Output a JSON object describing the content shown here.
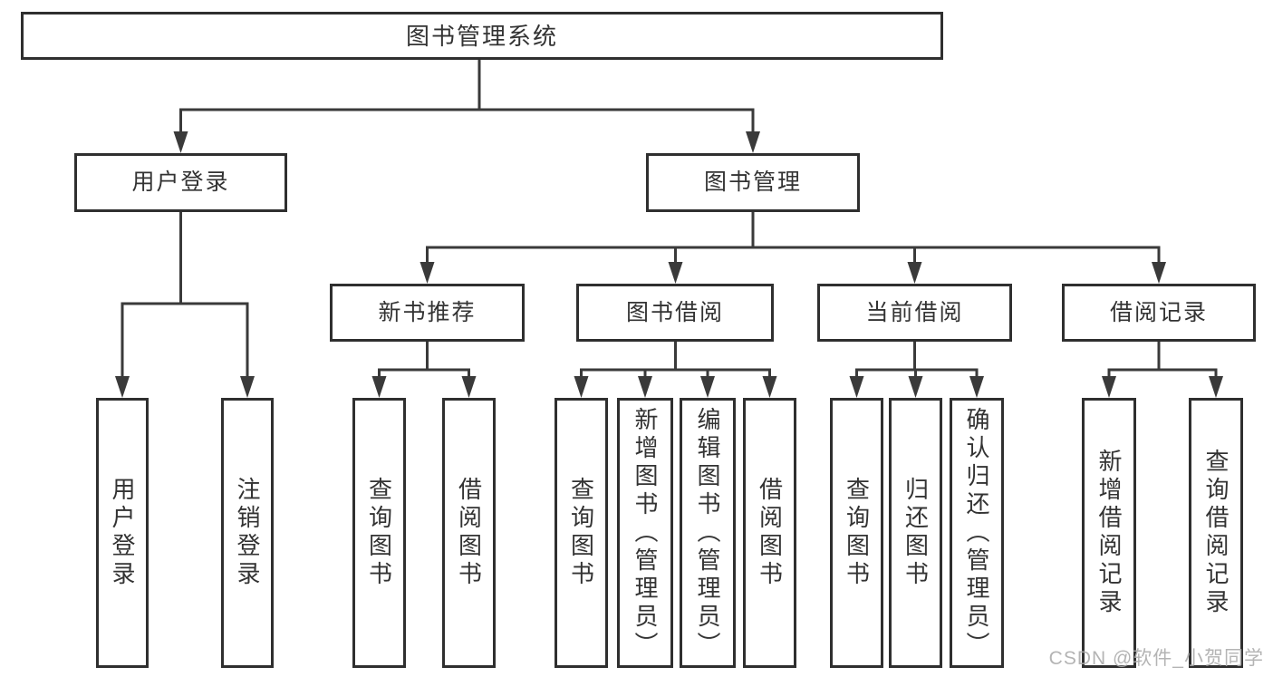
{
  "diagram": {
    "type": "hierarchy-tree",
    "colors": {
      "line": "#3a3a3a",
      "box_border": "#2f2f2f",
      "text": "#333333",
      "background": "#ffffff",
      "watermark": "#acacac"
    },
    "watermark": {
      "text": "CSDN @软件_小贺同学"
    },
    "nodes": {
      "root": {
        "label": "图书管理系统",
        "children": [
          "user_login",
          "book_mgmt"
        ]
      },
      "user_login": {
        "label": "用户登录",
        "children": [
          "leaf_user_login",
          "leaf_logout"
        ]
      },
      "book_mgmt": {
        "label": "图书管理",
        "children": [
          "new_book_rec",
          "book_borrow",
          "current_borrow",
          "borrow_records"
        ]
      },
      "new_book_rec": {
        "label": "新书推荐",
        "children": [
          "rec_query_book",
          "rec_borrow_book"
        ]
      },
      "book_borrow": {
        "label": "图书借阅",
        "children": [
          "bb_query_book",
          "bb_add_book",
          "bb_edit_book",
          "bb_borrow_book"
        ]
      },
      "current_borrow": {
        "label": "当前借阅",
        "children": [
          "cb_query_book",
          "cb_return_book",
          "cb_confirm_return"
        ]
      },
      "borrow_records": {
        "label": "借阅记录",
        "children": [
          "br_add_record",
          "br_query_record"
        ]
      },
      "leaf_user_login": {
        "label": "用户登录"
      },
      "leaf_logout": {
        "label": "注销登录"
      },
      "rec_query_book": {
        "label": "查询图书"
      },
      "rec_borrow_book": {
        "label": "借阅图书"
      },
      "bb_query_book": {
        "label": "查询图书"
      },
      "bb_add_book": {
        "label": "新增图书（管理员）"
      },
      "bb_edit_book": {
        "label": "编辑图书（管理员）"
      },
      "bb_borrow_book": {
        "label": "借阅图书"
      },
      "cb_query_book": {
        "label": "查询图书"
      },
      "cb_return_book": {
        "label": "归还图书"
      },
      "cb_confirm_return": {
        "label": "确认归还（管理员）"
      },
      "br_add_record": {
        "label": "新增借阅记录"
      },
      "br_query_record": {
        "label": "查询借阅记录"
      }
    }
  }
}
